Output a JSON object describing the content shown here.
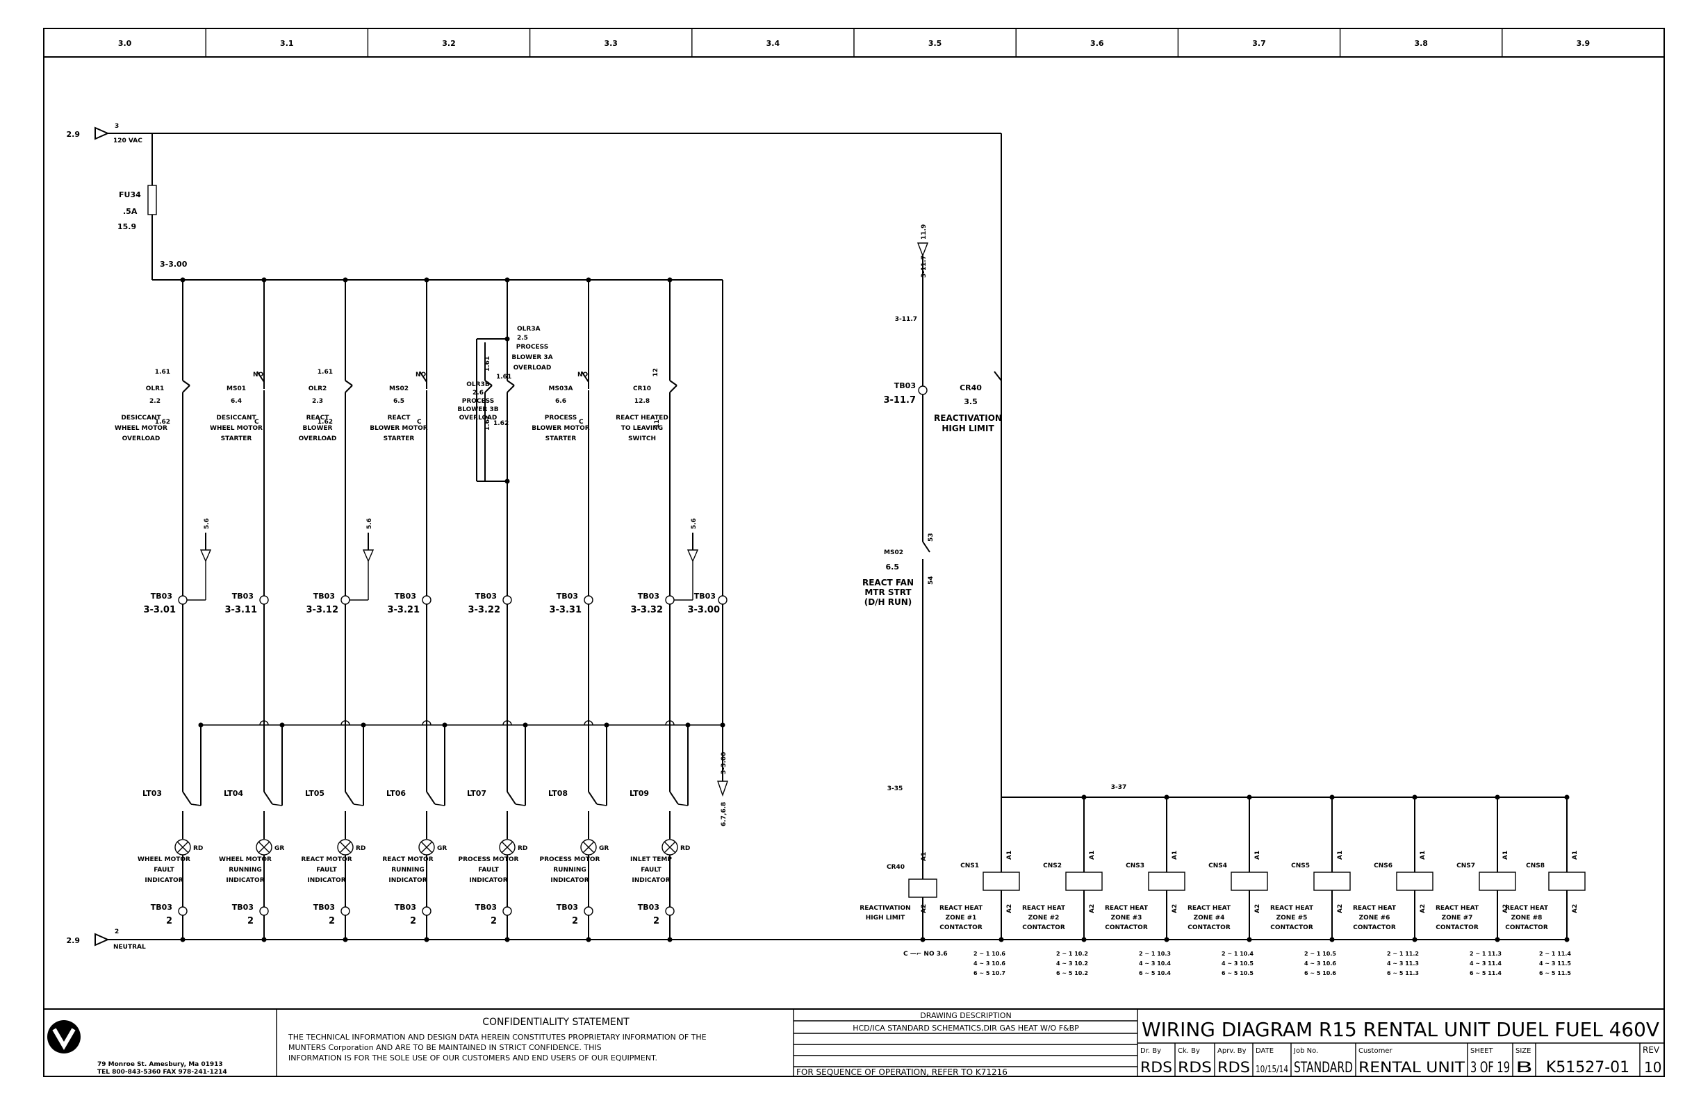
{
  "zones": [
    "3.0",
    "3.1",
    "3.2",
    "3.3",
    "3.4",
    "3.5",
    "3.6",
    "3.7",
    "3.8",
    "3.9"
  ],
  "supply": {
    "in_ref": "2.9",
    "wire": "3",
    "voltage": "120 VAC",
    "fuse": {
      "tag": "FU34",
      "rating": ".5A",
      "ref": "15.9"
    },
    "bus_wire": "3-3.00"
  },
  "neutral": {
    "in_ref": "2.9",
    "wire": "2",
    "label": "NEUTRAL"
  },
  "columns": [
    {
      "contact_tag": "OLR1",
      "ref": "2.2",
      "desc": [
        "DESICCANT",
        "WHEEL MOTOR",
        "OVERLOAD"
      ],
      "top": "1.61",
      "bot": "1.62",
      "tb": "TB03",
      "tb_wire": "3-3.01",
      "lamp": "LT03",
      "color": "RD",
      "lamp_desc": [
        "WHEEL MOTOR",
        "FAULT",
        "INDICATOR"
      ],
      "arrow_ref": ""
    },
    {
      "contact_tag": "MS01",
      "ref": "6.4",
      "desc": [
        "DESICCANT",
        "WHEEL MOTOR",
        "STARTER"
      ],
      "top": "NO",
      "bot": "C",
      "tb": "TB03",
      "tb_wire": "3-3.11",
      "lamp": "LT04",
      "color": "GR",
      "lamp_desc": [
        "WHEEL MOTOR",
        "RUNNING",
        "INDICATOR"
      ],
      "arrow_ref": ""
    },
    {
      "contact_tag": "OLR2",
      "ref": "2.3",
      "desc": [
        "REACT",
        "BLOWER",
        "OVERLOAD"
      ],
      "top": "1.61",
      "bot": "1.62",
      "tb": "TB03",
      "tb_wire": "3-3.12",
      "lamp": "LT05",
      "color": "RD",
      "lamp_desc": [
        "REACT MOTOR",
        "FAULT",
        "INDICATOR"
      ],
      "arrow_ref": "5.6"
    },
    {
      "contact_tag": "MS02",
      "ref": "6.5",
      "desc": [
        "REACT",
        "BLOWER MOTOR",
        "STARTER"
      ],
      "top": "NO",
      "bot": "C",
      "tb": "TB03",
      "tb_wire": "3-3.21",
      "lamp": "LT06",
      "color": "GR",
      "lamp_desc": [
        "REACT MOTOR",
        "RUNNING",
        "INDICATOR"
      ],
      "arrow_ref": ""
    },
    {
      "contact_tag": "OLR3B",
      "ref": "2.6",
      "desc": [
        "PROCESS",
        "BLOWER 3B",
        "OVERLOAD"
      ],
      "top": "1.61",
      "bot": "1.62",
      "tb": "TB03",
      "tb_wire": "3-3.22",
      "lamp": "LT07",
      "color": "RD",
      "lamp_desc": [
        "PROCESS MOTOR",
        "FAULT",
        "INDICATOR"
      ],
      "arrow_ref": ""
    },
    {
      "contact_tag": "MS03A",
      "ref": "6.6",
      "desc": [
        "PROCESS",
        "BLOWER MOTOR",
        "STARTER"
      ],
      "top": "NO",
      "bot": "C",
      "tb": "TB03",
      "tb_wire": "3-3.31",
      "lamp": "LT08",
      "color": "GR",
      "lamp_desc": [
        "PROCESS MOTOR",
        "RUNNING",
        "INDICATOR"
      ],
      "arrow_ref": ""
    },
    {
      "contact_tag": "CR10",
      "ref": "12.8",
      "desc": [
        "REACT HEATED",
        "TO LEAVING",
        "SWITCH"
      ],
      "top": "12",
      "bot": "11",
      "tb": "TB03",
      "tb_wire": "3-3.32",
      "lamp": "LT09",
      "color": "RD",
      "lamp_desc": [
        "INLET TEMP",
        "FAULT",
        "INDICATOR"
      ],
      "arrow_ref": "5.6"
    }
  ],
  "col1_arrow_ref": "5.6",
  "olr3a": {
    "tag": "OLR3A",
    "ref": "2.5",
    "desc": [
      "PROCESS",
      "BLOWER 3A",
      "OVERLOAD"
    ],
    "top": "1.61",
    "bot": "1.62"
  },
  "extra_tb": {
    "tb": "TB03",
    "wire": "3-3.00",
    "down_wire": "3-3.00",
    "to_ref": "6.7,6.8"
  },
  "lamp_tb": {
    "tb": "TB03",
    "wire": "2"
  },
  "reactivation": {
    "top_ref": "11.9",
    "wire_a": "3-11.7",
    "wire_b": "3-11.7",
    "tb": "TB03",
    "tb_wire": "3-11.7",
    "ms02": {
      "tag": "MS02",
      "ref": "6.5",
      "p1": "53",
      "p2": "54",
      "desc": [
        "REACT FAN",
        "MTR STRT",
        "(D/H RUN)"
      ]
    },
    "wire_c": "3-35",
    "cr40_coil": {
      "tag": "CR40",
      "a1": "A1",
      "a2": "A2",
      "desc": [
        "REACTIVATION",
        "HIGH LIMIT"
      ]
    },
    "cr40_contact": {
      "tag": "CR40",
      "ref": "3.5",
      "desc": [
        "REACTIVATION",
        "HIGH LIMIT"
      ]
    },
    "bus_wire": "3-37",
    "cr40_xref": "C —⌐ NO 3.6"
  },
  "contactors": [
    {
      "tag": "CNS1",
      "desc": [
        "REACT HEAT",
        "ZONE #1",
        "CONTACTOR"
      ],
      "refs": [
        "2 ~ 1 10.6",
        "4 ~ 3 10.6",
        "6 ~ 5 10.7"
      ]
    },
    {
      "tag": "CNS2",
      "desc": [
        "REACT HEAT",
        "ZONE #2",
        "CONTACTOR"
      ],
      "refs": [
        "2 ~ 1 10.2",
        "4 ~ 3 10.2",
        "6 ~ 5 10.2"
      ]
    },
    {
      "tag": "CNS3",
      "desc": [
        "REACT HEAT",
        "ZONE #3",
        "CONTACTOR"
      ],
      "refs": [
        "2 ~ 1 10.3",
        "4 ~ 3 10.4",
        "6 ~ 5 10.4"
      ]
    },
    {
      "tag": "CNS4",
      "desc": [
        "REACT HEAT",
        "ZONE #4",
        "CONTACTOR"
      ],
      "refs": [
        "2 ~ 1 10.4",
        "4 ~ 3 10.5",
        "6 ~ 5 10.5"
      ]
    },
    {
      "tag": "CNS5",
      "desc": [
        "REACT HEAT",
        "ZONE #5",
        "CONTACTOR"
      ],
      "refs": [
        "2 ~ 1 10.5",
        "4 ~ 3 10.6",
        "6 ~ 5 10.6"
      ]
    },
    {
      "tag": "CNS6",
      "desc": [
        "REACT HEAT",
        "ZONE #6",
        "CONTACTOR"
      ],
      "refs": [
        "2 ~ 1 11.2",
        "4 ~ 3 11.3",
        "6 ~ 5 11.3"
      ]
    },
    {
      "tag": "CNS7",
      "desc": [
        "REACT HEAT",
        "ZONE #7",
        "CONTACTOR"
      ],
      "refs": [
        "2 ~ 1 11.3",
        "4 ~ 3 11.4",
        "6 ~ 5 11.4"
      ]
    },
    {
      "tag": "CNS8",
      "desc": [
        "REACT HEAT",
        "ZONE #8",
        "CONTACTOR"
      ],
      "refs": [
        "2 ~ 1 11.4",
        "4 ~ 3 11.5",
        "6 ~ 5 11.5"
      ]
    }
  ],
  "coil_pins": {
    "a1": "A1",
    "a2": "A2"
  },
  "title_block": {
    "address": "79 Monroe St. Amesbury, Ma 01913",
    "phone": "TEL 800-843-5360  FAX 978-241-1214",
    "conf_title": "CONFIDENTIALITY STATEMENT",
    "conf_lines": [
      "THE TECHNICAL INFORMATION AND DESIGN DATA HEREIN CONSTITUTES PROPRIETARY INFORMATION OF THE",
      "MUNTERS Corporation AND ARE TO BE MAINTAINED IN STRICT CONFIDENCE. THIS",
      "INFORMATION IS FOR THE SOLE USE OF OUR CUSTOMERS AND END USERS OF OUR EQUIPMENT."
    ],
    "desc_title": "DRAWING DESCRIPTION",
    "desc_line": "HCD/ICA STANDARD SCHEMATICS,DIR GAS HEAT W/O F&BP",
    "sequence": "FOR SEQUENCE OF OPERATION, REFER TO K71216",
    "title": "WIRING DIAGRAM R15 RENTAL UNIT DUEL FUEL 460V",
    "dr_by_label": "Dr. By",
    "dr_by": "RDS",
    "ck_by_label": "Ck. By",
    "ck_by": "RDS",
    "apr_by_label": "Aprv. By",
    "apr_by": "RDS",
    "date_label": "DATE",
    "date": "10/15/14",
    "job_label": "Job No.",
    "job": "STANDARD",
    "cust_label": "Customer",
    "cust": "RENTAL UNIT",
    "sheet_label": "SHEET",
    "sheet": "3 OF 19",
    "size_label": "SIZE",
    "size": "B",
    "dwg": "K51527-01",
    "rev_label": "REV",
    "rev": "10"
  }
}
